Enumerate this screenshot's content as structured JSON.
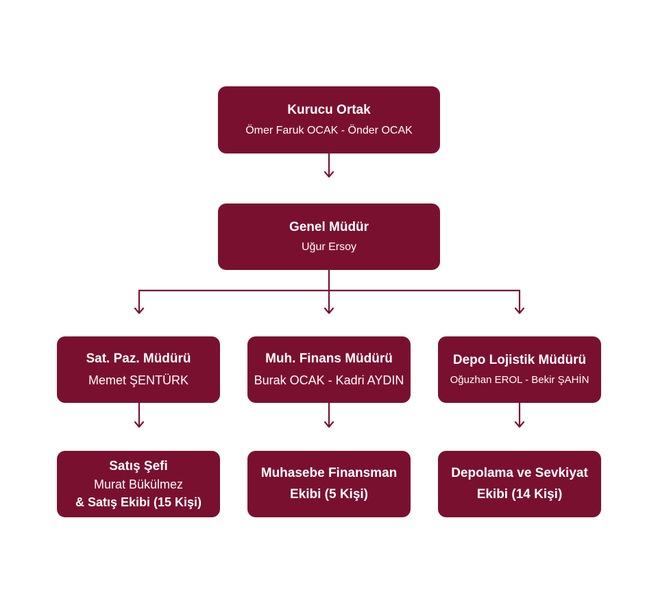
{
  "colors": {
    "box": "#7a1030",
    "line": "#7a1030",
    "text": "#ffffff"
  },
  "founder": {
    "title": "Kurucu Ortak",
    "names": "Ömer Faruk OCAK - Önder OCAK"
  },
  "gm": {
    "title": "Genel Müdür",
    "names": "Uğur Ersoy"
  },
  "sales_manager": {
    "title": "Sat. Paz. Müdürü",
    "names": "Memet ŞENTÜRK"
  },
  "finance_manager": {
    "title": "Muh. Finans Müdürü",
    "names": "Burak OCAK - Kadri AYDIN"
  },
  "logistics_manager": {
    "title": "Depo Lojistik Müdürü",
    "names": "Oğuzhan EROL - Bekir ŞAHİN"
  },
  "sales_team": {
    "title": "Satış Şefi",
    "names": "Murat Bükülmez",
    "team": "&  Satış Ekibi (15 Kişi)"
  },
  "finance_team": {
    "line1": "Muhasebe Finansman",
    "line2": "Ekibi (5  Kişi)"
  },
  "logistics_team": {
    "line1": "Depolama ve Sevkiyat",
    "line2": "Ekibi (14 Kişi)"
  }
}
